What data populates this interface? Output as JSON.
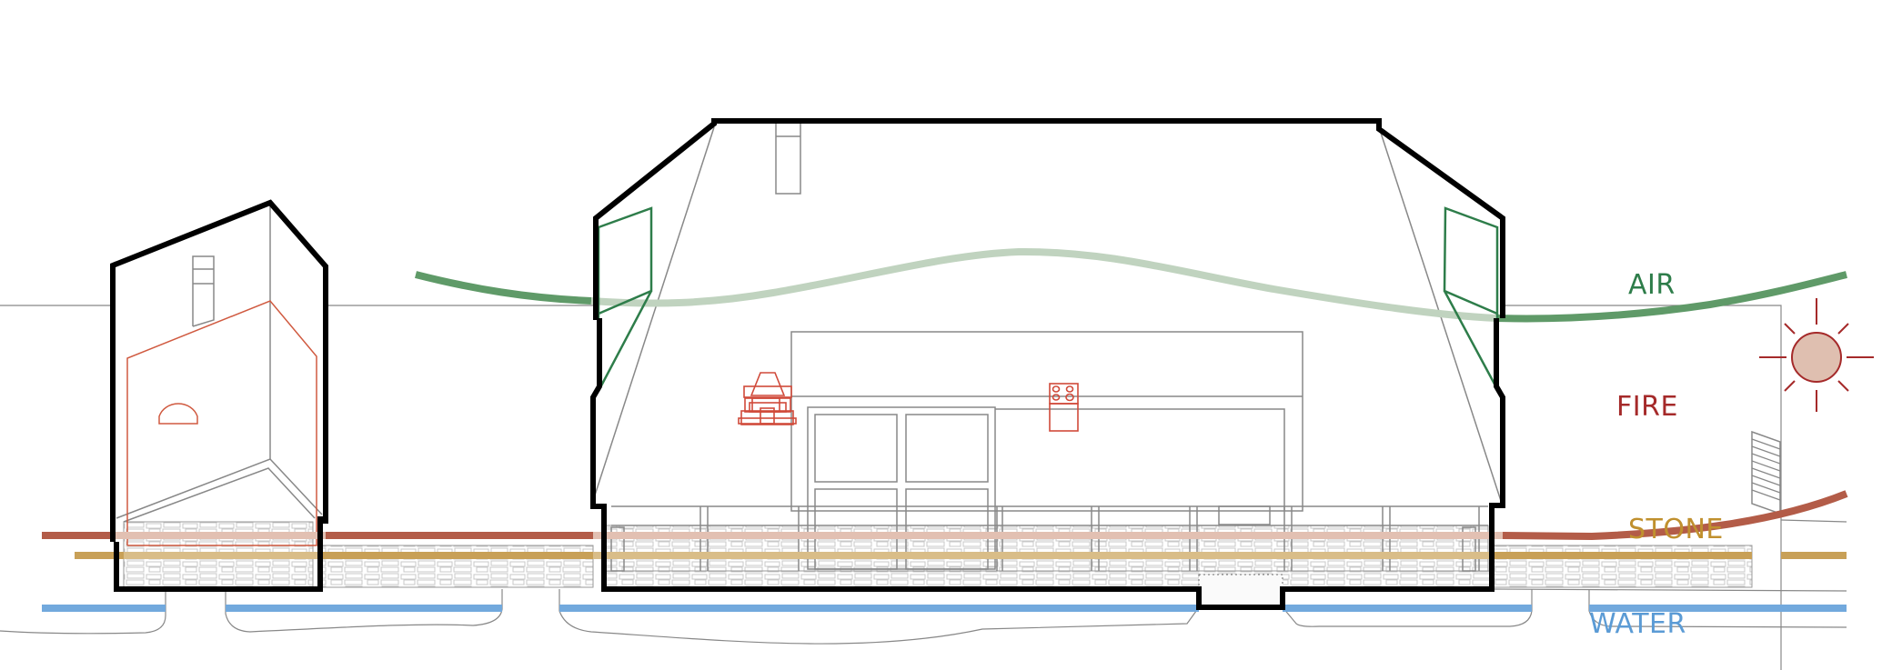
{
  "labels": {
    "air": "AIR",
    "fire": "FIRE",
    "stone": "STONE",
    "water": "WATER"
  },
  "colors": {
    "air": "#2e7d4a",
    "air_band": "#5f9a68",
    "air_band_light": "#c0d3bf",
    "fire": "#a52a2a",
    "fire_band": "#b35c48",
    "fire_band_light": "#e2c0b2",
    "stone": "#c0902e",
    "stone_band": "#c8a057",
    "water": "#5b9bd5",
    "water_band": "#72a9dd",
    "sun_fill": "#dfbfb0"
  },
  "icons": [
    "fireplace-icon",
    "stove-icon",
    "sun-icon",
    "chimney-icon",
    "hearth-icon"
  ]
}
